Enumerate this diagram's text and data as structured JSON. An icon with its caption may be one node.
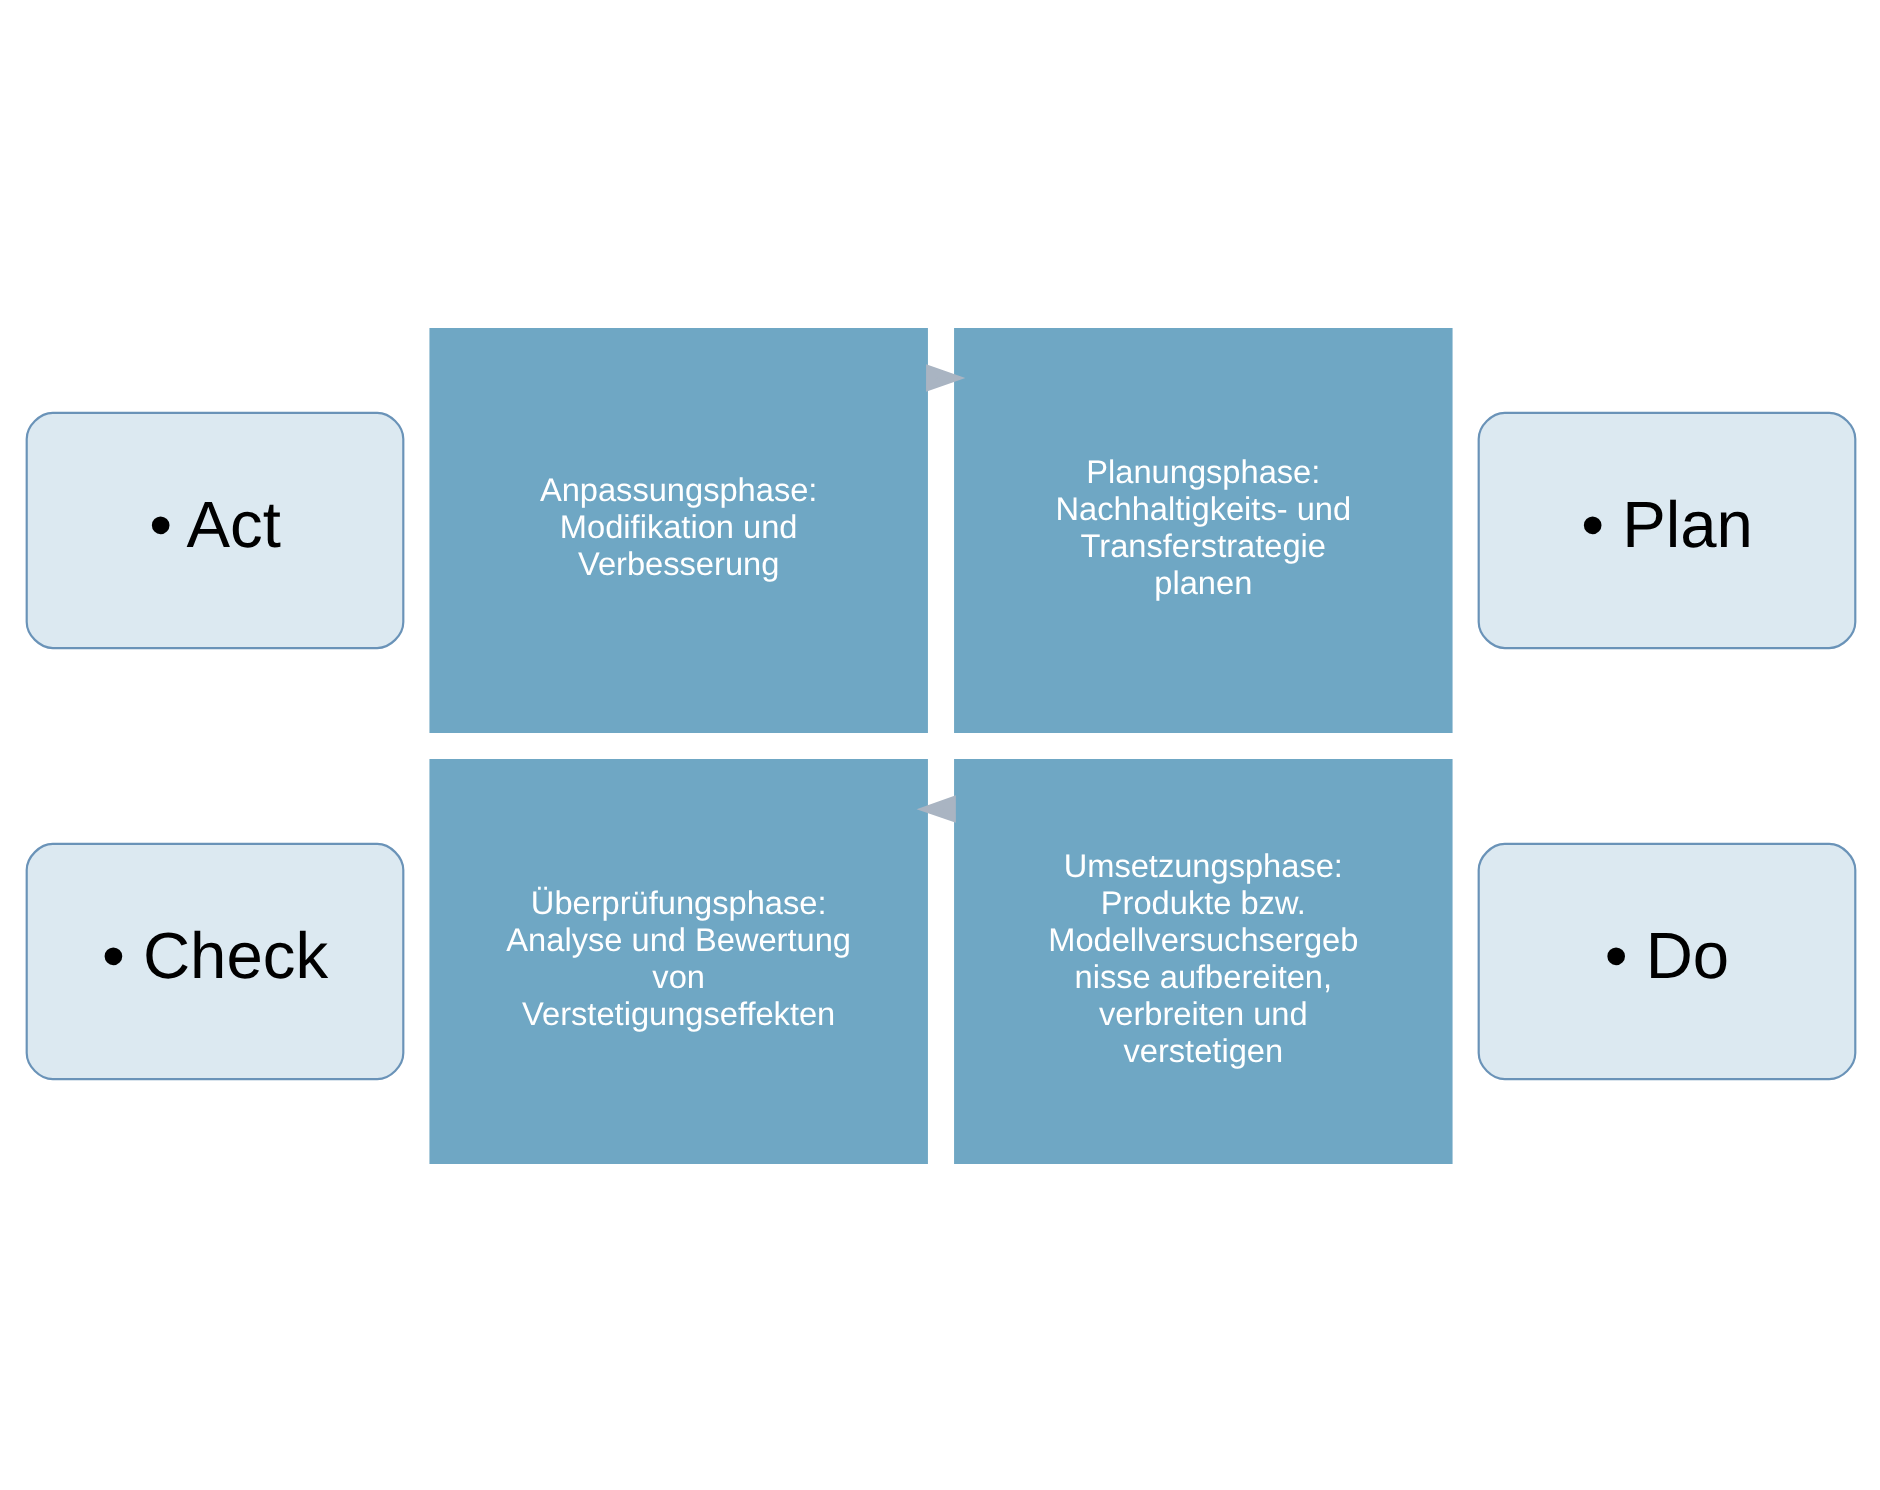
{
  "diagram": {
    "nodes": [
      {
        "text": [
          "• Act"
        ]
      },
      {
        "text": [
          "• Plan"
        ]
      },
      {
        "text": [
          "Anpassungsphase: Modifikation und Verbesserung"
        ]
      },
      {
        "text": [
          "Planungsphase: Nachhaltigkeits- und Transferstrategie planen"
        ]
      },
      {
        "text": [
          "Überprüfungsphase: Analyse und Bewertung von Verstetigungseffekten"
        ]
      },
      {
        "text": [
          "Umsetzungsphase: Produkte bzw. Modellversuchsergeb nisse aufbereiten, verbreiten und verstetigen"
        ]
      },
      {
        "text": [
          "• Check"
        ]
      },
      {
        "text": [
          "• Do"
        ]
      }
    ],
    "edges": [
      {
        "from": 2,
        "to": 3,
        "arrow": "to",
        "style": "thick",
        "color": "#a9b4c2"
      },
      {
        "from": 5,
        "to": 4,
        "arrow": "to",
        "style": "thick",
        "color": "#a9b4c2"
      }
    ]
  }
}
